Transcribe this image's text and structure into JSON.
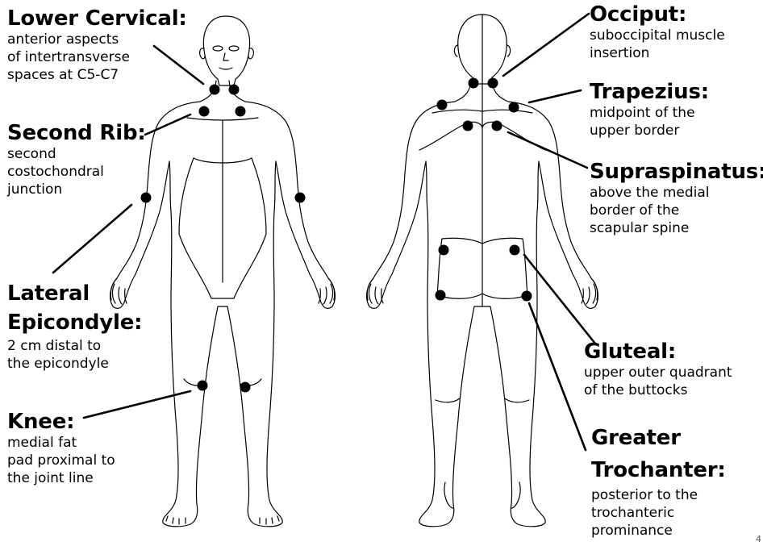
{
  "figure": {
    "labels": [
      {
        "id": "lower-cervical",
        "title": "Lower Cervical:",
        "desc": "anterior aspects\nof intertransverse\nspaces at C5-C7"
      },
      {
        "id": "second-rib",
        "title": "Second Rib:",
        "desc": "second\ncostochondral\njunction"
      },
      {
        "id": "lateral-epicondyle",
        "title": "Lateral\nEpicondyle:",
        "desc": "2 cm distal to\nthe epicondyle"
      },
      {
        "id": "knee",
        "title": "Knee:",
        "desc": "medial fat\npad proximal to\nthe joint line"
      },
      {
        "id": "occiput",
        "title": "Occiput:",
        "desc": "suboccipital muscle\ninsertion"
      },
      {
        "id": "trapezius",
        "title": "Trapezius:",
        "desc": "midpoint of the\nupper border"
      },
      {
        "id": "supraspinatus",
        "title": "Supraspinatus:",
        "desc": "above the medial\nborder of the\nscapular spine"
      },
      {
        "id": "gluteal",
        "title": "Gluteal:",
        "desc": "upper outer quadrant\nof the buttocks"
      },
      {
        "id": "greater-trochanter",
        "title": "Greater\nTrochanter:",
        "desc": "posterior to the\ntrochanteric\nprominance"
      }
    ],
    "page_mark": "4",
    "colors": {
      "ink": "#000000",
      "background": "#ffffff",
      "point": "#000000"
    }
  }
}
